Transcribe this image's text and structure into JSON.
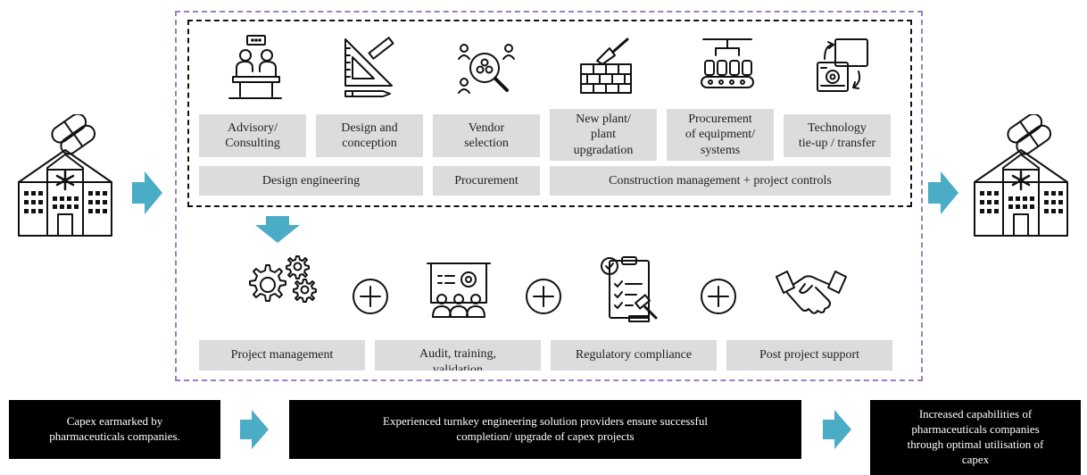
{
  "steps_top": [
    {
      "label": "Advisory/\nConsulting",
      "icon": "consultation-icon"
    },
    {
      "label": "Design and\nconception",
      "icon": "drafting-tools-icon"
    },
    {
      "label": "Vendor\nselection",
      "icon": "vendor-search-icon"
    },
    {
      "label": "New plant/\nplant\nupgradation",
      "icon": "brick-wall-icon"
    },
    {
      "label": "Procurement\nof equipment/\nsystems",
      "icon": "conveyor-icon"
    },
    {
      "label": "Technology\ntie-up / transfer",
      "icon": "technology-transfer-icon"
    }
  ],
  "categories": {
    "design": "Design engineering",
    "procurement": "Procurement",
    "construction": "Construction management + project controls"
  },
  "services_bottom": [
    {
      "label": "Project management",
      "icon": "gears-icon"
    },
    {
      "label": "Audit, training,\nvalidation",
      "icon": "training-presentation-icon"
    },
    {
      "label": "Regulatory compliance",
      "icon": "compliance-checklist-icon"
    },
    {
      "label": "Post project support",
      "icon": "handshake-icon"
    }
  ],
  "flow": {
    "start": "Capex earmarked by\npharmaceuticals companies.",
    "middle": "Experienced turnkey engineering solution providers ensure successful\ncompletion/ upgrade of capex projects",
    "end": "Increased capabilities of\npharmaceuticals companies\nthrough optimal utilisation of\ncapex"
  },
  "colors": {
    "arrow": "#4bacc6",
    "label_box": "#dcdcdc",
    "purple_border": "#9b7fc0",
    "flow_box": "#000000"
  }
}
